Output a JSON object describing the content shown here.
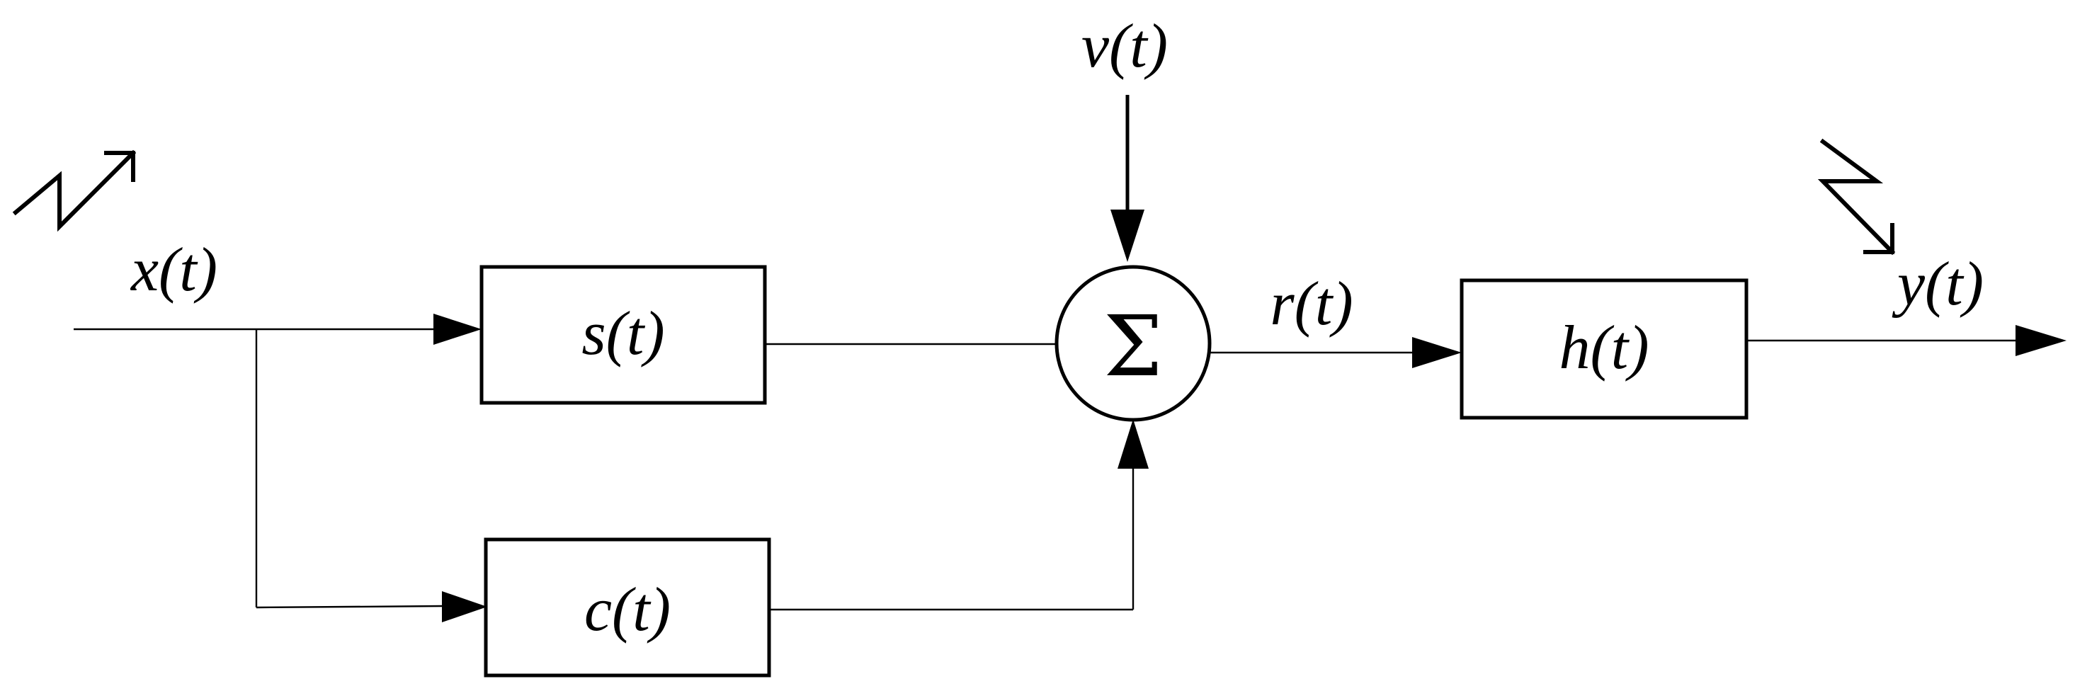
{
  "diagram": {
    "input_label": "x(t)",
    "noise_label": "v(t)",
    "sum_symbol": "Σ",
    "sum_output_label": "r(t)",
    "output_label": "y(t)",
    "blocks": {
      "s": "s(t)",
      "c": "c(t)",
      "h": "h(t)"
    }
  }
}
